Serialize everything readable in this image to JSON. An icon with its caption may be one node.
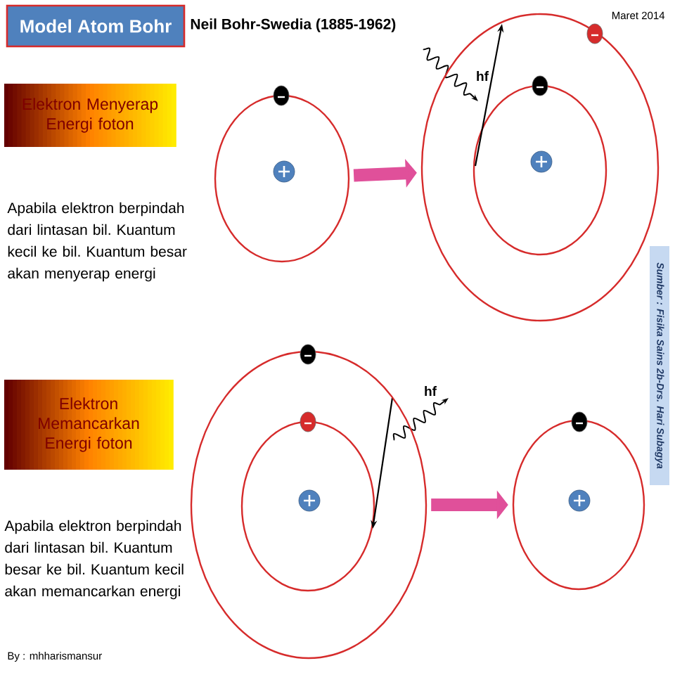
{
  "diagram": {
    "nodes": [
      {
        "text": [
          "Model Atom Bohr"
        ]
      },
      {
        "text": [
          "Elektron Menyerap Energi foton"
        ]
      },
      {
        "text": [
          "Elektron Memancarkan Energi foton"
        ]
      },
      {
        "text": [],
        "shape": "circle"
      },
      {
        "text": [],
        "shape": "circle"
      },
      {
        "text": [],
        "shape": "circle"
      },
      {
        "text": [],
        "shape": "circle"
      },
      {
        "text": [
          "Sumber : Fisika Sains 2b-Drs. Hari Subagya"
        ]
      }
    ],
    "edges": [
      {
        "from": 3,
        "to": 4,
        "arrow": "to"
      },
      {
        "from": 5,
        "to": 6,
        "arrow": "to"
      }
    ],
    "labels": [
      "Neil Bohr-Swedia (1885-1962)",
      "Maret 2014",
      "Apabila elektron berpindah dari lintasan bil. Kuantum kecil ke bil. Kuantum besar akan menyerap energi",
      "hf",
      "hf",
      "Apabila elektron berpindah dari lintasan bil. Kuantum besar ke bil. Kuantum kecil akan memancarkan energi",
      "By : mhharismansur"
    ]
  }
}
